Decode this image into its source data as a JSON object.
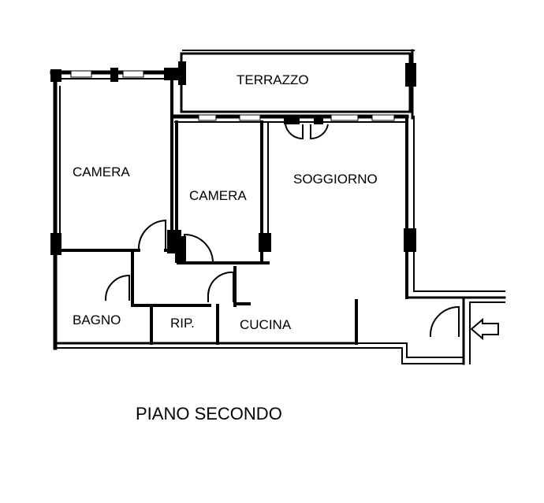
{
  "plan": {
    "caption": "PIANO SECONDO",
    "rooms": {
      "terrazzo": "TERRAZZO",
      "camera_left": "CAMERA",
      "camera_center": "CAMERA",
      "soggiorno": "SOGGIORNO",
      "bagno": "BAGNO",
      "rip": "RIP.",
      "cucina": "CUCINA"
    }
  }
}
